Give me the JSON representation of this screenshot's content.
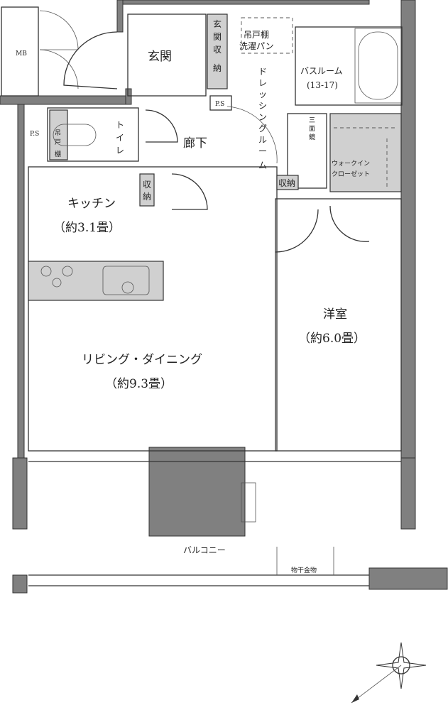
{
  "rooms": {
    "mb": "MB",
    "entrance": "玄関",
    "entrance_storage": [
      "玄",
      "関",
      "収",
      "納"
    ],
    "ps_upper": "P.S",
    "ps_left": "P.S",
    "laundry_shelf": "吊戸棚",
    "laundry_pan": "洗濯パン",
    "dressing_room": [
      "ド",
      "レ",
      "ッ",
      "シ",
      "ン",
      "グ",
      "ル",
      "ー",
      "ム"
    ],
    "bathroom": "バスルーム",
    "bathroom_size": "(13-17)",
    "toilet": [
      "ト",
      "イ",
      "レ"
    ],
    "toilet_shelf": [
      "吊",
      "戸",
      "棚"
    ],
    "hallway": "廊下",
    "storage_hall": [
      "収",
      "納"
    ],
    "storage_dressing": "収納",
    "triple_mirror": [
      "三",
      "面",
      "鏡"
    ],
    "walk_in_closet_1": "ウォークイン",
    "walk_in_closet_2": "クローゼット",
    "kitchen": "キッチン",
    "kitchen_size": "（約3.1畳）",
    "western_room": "洋室",
    "western_room_size": "（約6.0畳）",
    "living_dining": "リビング・ダイニング",
    "living_dining_size": "（約9.3畳）",
    "balcony": "バルコニー",
    "clothes_drying_hardware": "物干金物"
  },
  "icons": {
    "compass": "north-compass-icon"
  },
  "colors": {
    "wall": "#808080",
    "storage": "#d0d0d0",
    "line": "#333333"
  }
}
